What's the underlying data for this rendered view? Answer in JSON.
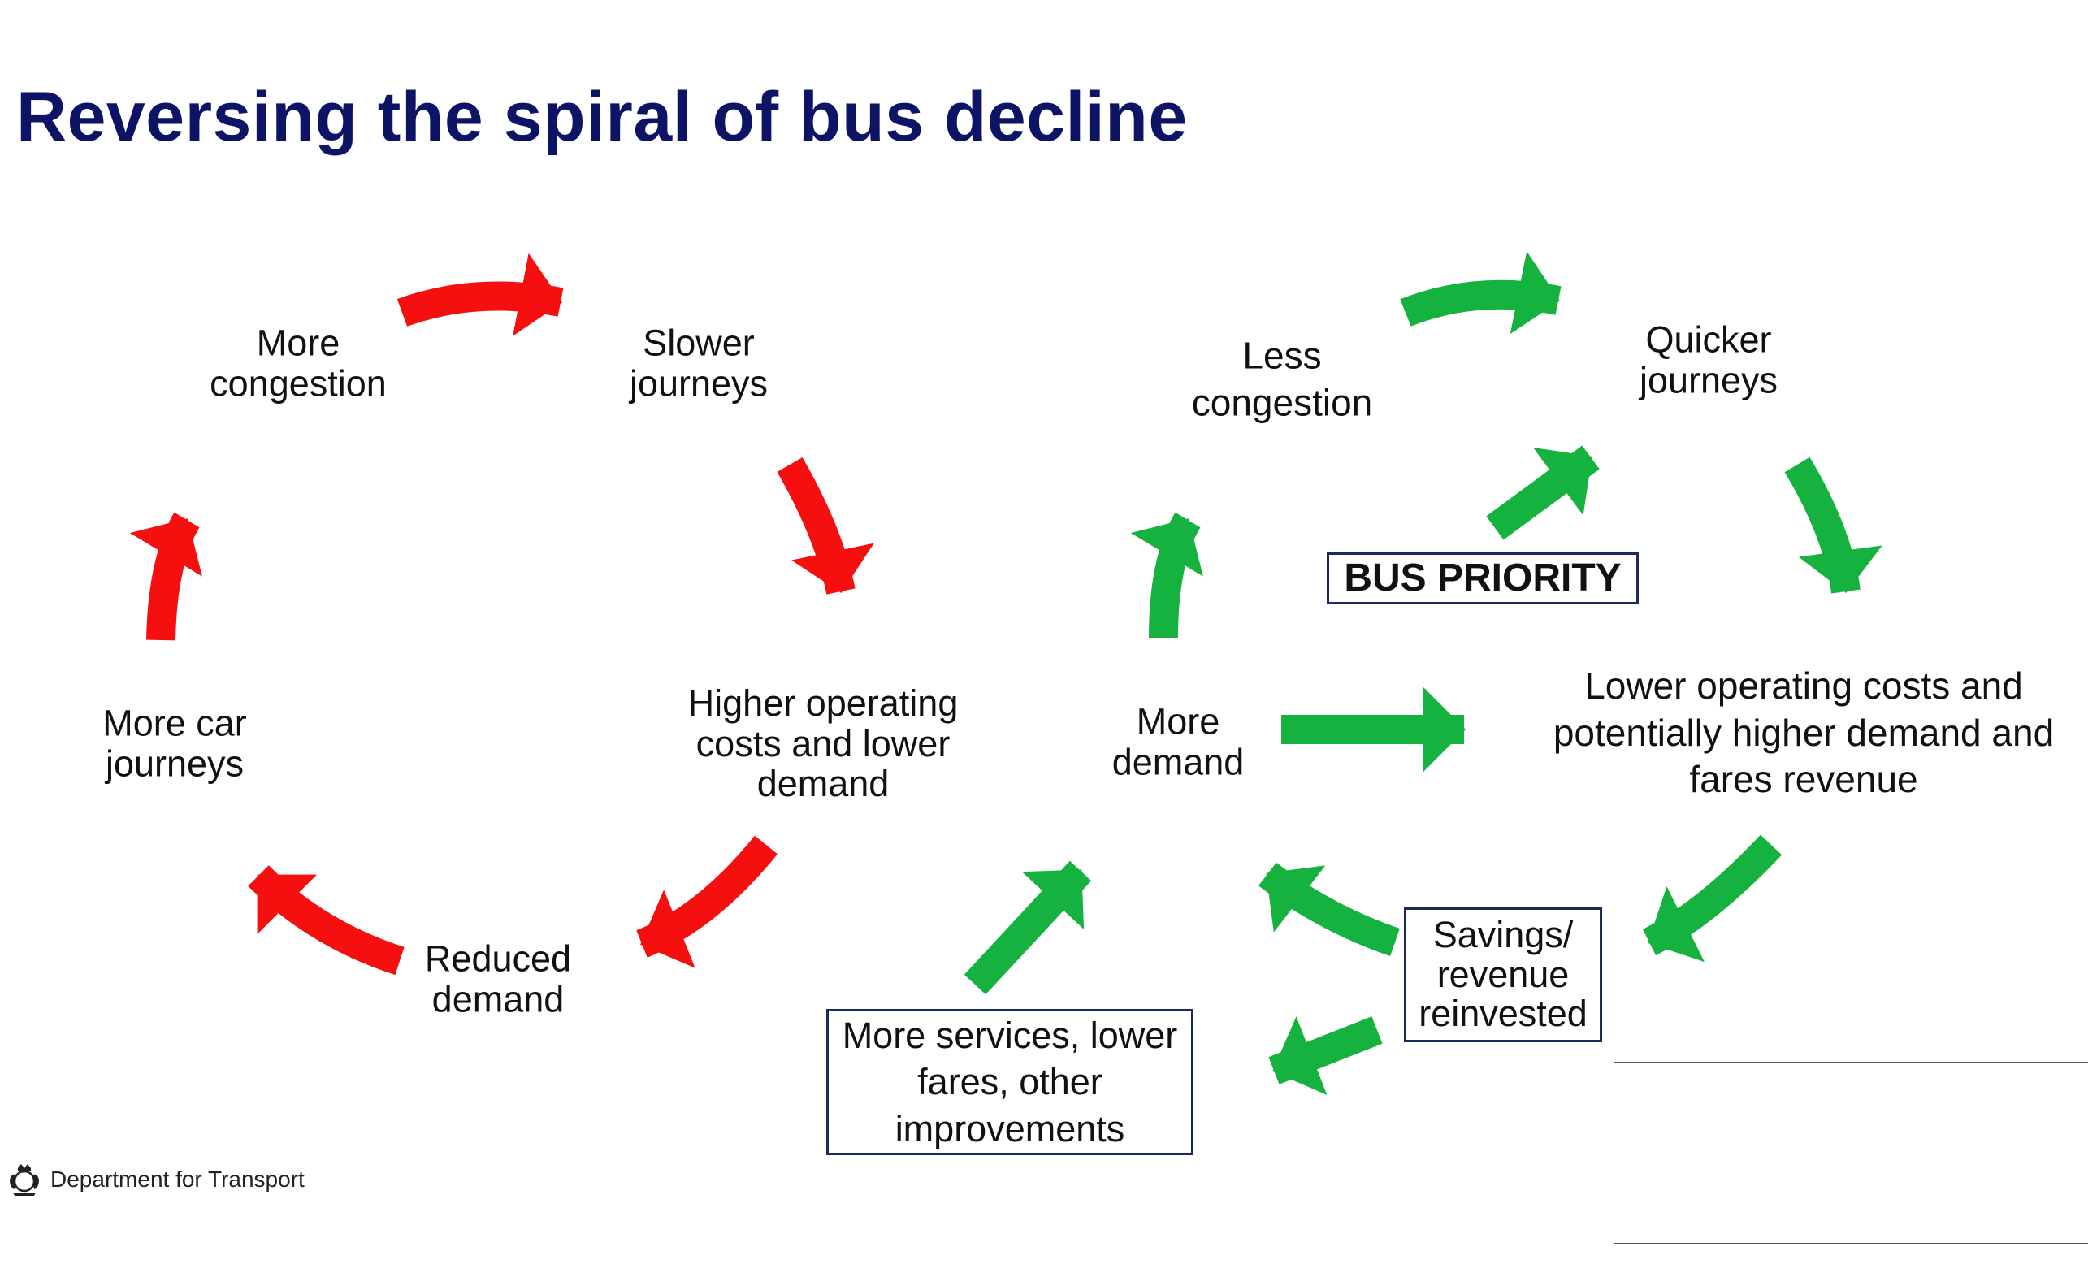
{
  "title": "Reversing the spiral of bus decline",
  "colors": {
    "title": "#0d1466",
    "decline_arrow": "#f50f0f",
    "reverse_arrow": "#15b240",
    "box_border": "#1c2a5e"
  },
  "decline_cycle": {
    "more_congestion": "More\ncongestion",
    "slower_journeys": "Slower\njourneys",
    "higher_costs": "Higher operating\ncosts and lower\ndemand",
    "reduced_demand": "Reduced\ndemand",
    "more_car_journeys": "More car\njourneys"
  },
  "reverse_cycle": {
    "less_congestion": "Less\ncongestion",
    "quicker_journeys": "Quicker\njourneys",
    "bus_priority": "BUS PRIORITY",
    "lower_costs": "Lower operating costs and\npotentially higher demand and\nfares revenue",
    "more_demand": "More\ndemand",
    "savings": "Savings/\nrevenue\nreinvested",
    "more_services": "More services, lower\nfares, other\nimprovements"
  },
  "footer": {
    "org": "Department for Transport",
    "crest_icon": "royal-crest-icon"
  }
}
